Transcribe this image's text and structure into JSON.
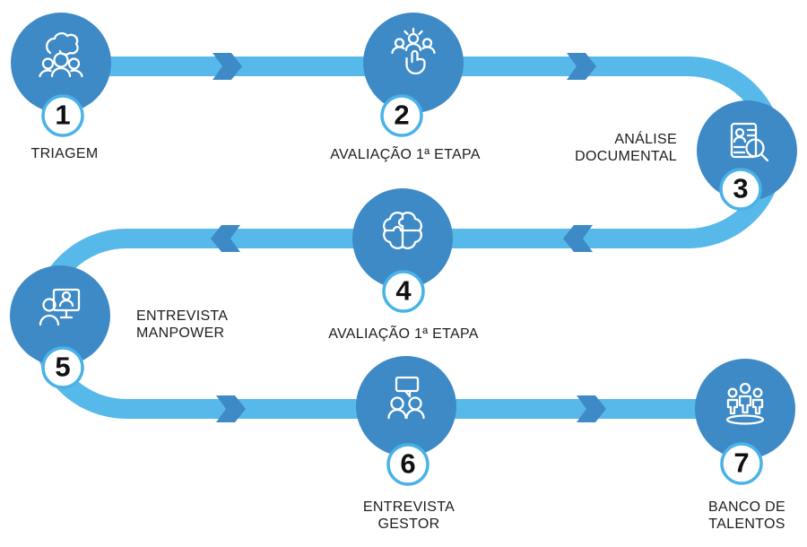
{
  "diagram": {
    "type": "process-flow",
    "language": "pt",
    "colors": {
      "node_blue": "#3d8ac6",
      "band_blue": "#57b9e9",
      "badge_ring": "#49b2e8",
      "badge_fill": "#ffffff",
      "number_color": "#111111",
      "label_color": "#1d1d1d",
      "background": "#ffffff"
    },
    "steps": [
      {
        "number": "1",
        "icon": "people-group-hands-icon",
        "label_lines": [
          "TRIAGEM"
        ]
      },
      {
        "number": "2",
        "icon": "candidate-selection-icon",
        "label_lines": [
          "AVALIAÇÃO 1ª ETAPA"
        ]
      },
      {
        "number": "3",
        "icon": "document-search-icon",
        "label_lines": [
          "ANÁLISE",
          "DOCUMENTAL"
        ]
      },
      {
        "number": "4",
        "icon": "brain-puzzle-icon",
        "label_lines": [
          "AVALIAÇÃO 1ª ETAPA"
        ]
      },
      {
        "number": "5",
        "icon": "video-interview-icon",
        "label_lines": [
          "ENTREVISTA",
          "MANPOWER"
        ]
      },
      {
        "number": "6",
        "icon": "conversation-people-icon",
        "label_lines": [
          "ENTREVISTA",
          "GESTOR"
        ]
      },
      {
        "number": "7",
        "icon": "talent-pool-people-icon",
        "label_lines": [
          "BANCO DE",
          "TALENTOS"
        ]
      }
    ]
  }
}
